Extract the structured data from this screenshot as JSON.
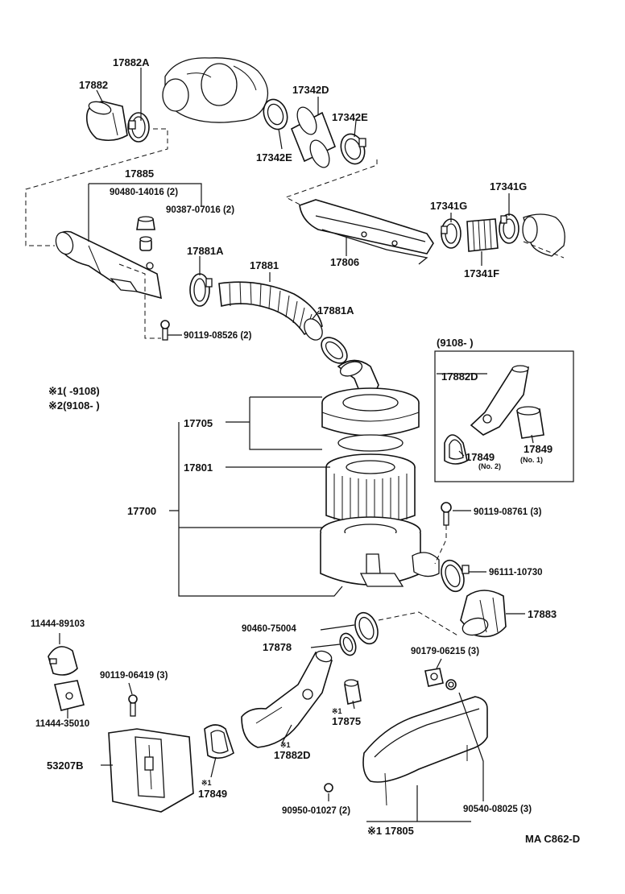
{
  "labels": {
    "p17882A": "17882A",
    "p17882": "17882",
    "p17342D": "17342D",
    "p17342E_top": "17342E",
    "p17342E_bot": "17342E",
    "p17885": "17885",
    "p90480": "90480-14016 (2)",
    "p90387": "90387-07016 (2)",
    "p17341G_a": "17341G",
    "p17341G_b": "17341G",
    "p17806": "17806",
    "p17341F": "17341F",
    "p17881A_a": "17881A",
    "p17881": "17881",
    "p17881A_b": "17881A",
    "p90119_08526": "90119-08526 (2)",
    "inset_range": "(9108-          )",
    "p17882D_inset": "17882D",
    "p17849_a": "17849",
    "p17849_a_note": "(No. 2)",
    "p17849_b": "17849",
    "p17849_b_note": "(No. 1)",
    "note1": "※1(          -9108)",
    "note2": "※2(9108-          )",
    "p17705": "17705",
    "p17801": "17801",
    "p17700": "17700",
    "p90119_08761": "90119-08761 (3)",
    "p96111": "96111-10730",
    "p17883": "17883",
    "p11444_89103": "11444-89103",
    "p90460": "90460-75004",
    "p17878": "17878",
    "p90179": "90179-06215 (3)",
    "p90119_06419": "90119-06419 (3)",
    "p11444_35010": "11444-35010",
    "p17875_mark": "※1",
    "p17875": "17875",
    "p17882D_mark": "※1",
    "p17882D": "17882D",
    "p53207B": "53207B",
    "p17849_mark": "※1",
    "p17849": "17849",
    "p90950": "90950-01027 (2)",
    "p90540": "90540-08025 (3)",
    "p17805": "※1 17805",
    "code": "MA  C862-D"
  }
}
